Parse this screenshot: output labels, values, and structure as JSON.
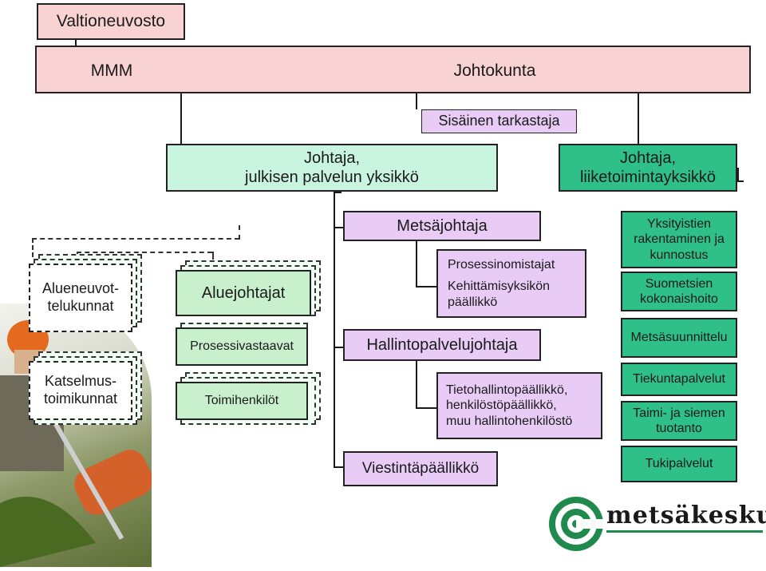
{
  "nodes": {
    "valtioneuvosto": "Valtioneuvosto",
    "mmm": "MMM",
    "johtokunta": "Johtokunta",
    "sisainen_tarkastaja": "Sisäinen tarkastaja",
    "johtaja_julkinen_l1": "Johtaja,",
    "johtaja_julkinen_l2": "julkisen palvelun yksikkö",
    "johtaja_liike_l1": "Johtaja,",
    "johtaja_liike_l2": "liiketoimintayksikkö",
    "metsajohtaja": "Metsäjohtaja",
    "prosessinomistajat": "Prosessinomistajat",
    "kehittamis_l1": "Kehittämisyksikön",
    "kehittamis_l2": "päällikkö",
    "hallintopalvelujohtaja": "Hallintopalvelujohtaja",
    "tieto_l1": "Tietohallintopäällikkö,",
    "tieto_l2": "henkilöstöpäällikkö,",
    "tieto_l3": "muu hallintohenkilöstö",
    "viestinta": "Viestintäpäällikkö",
    "alueneuvot_l1": "Alueneuvot-",
    "alueneuvot_l2": "telukunnat",
    "katselmus_l1": "Katselmus-",
    "katselmus_l2": "toimikunnat",
    "aluejohtajat": "Aluejohtajat",
    "prosessivastaavat": "Prosessivastaavat",
    "toimihenkilot": "Toimihenkilöt",
    "yksityistien_l1": "Yksityistien",
    "yksityistien_l2": "rakentaminen ja",
    "yksityistien_l3": "kunnostus",
    "suometsien_l1": "Suometsien",
    "suometsien_l2": "kokonaishoito",
    "metsasuunnittelu": "Metsäsuunnittelu",
    "tiekuntapalvelut": "Tiekuntapalvelut",
    "taimi_l1": "Taimi- ja siemen",
    "taimi_l2": "tuotanto",
    "tukipalvelut": "Tukipalvelut"
  },
  "logo": {
    "text": "metsäkeskus"
  },
  "colors": {
    "pink": "#f9d3d3",
    "mint": "#c9f4e0",
    "lavender": "#e8ccf6",
    "green": "#2fbf88",
    "light_green": "#c9f0cd",
    "logo_green": "#1f8a4c"
  }
}
